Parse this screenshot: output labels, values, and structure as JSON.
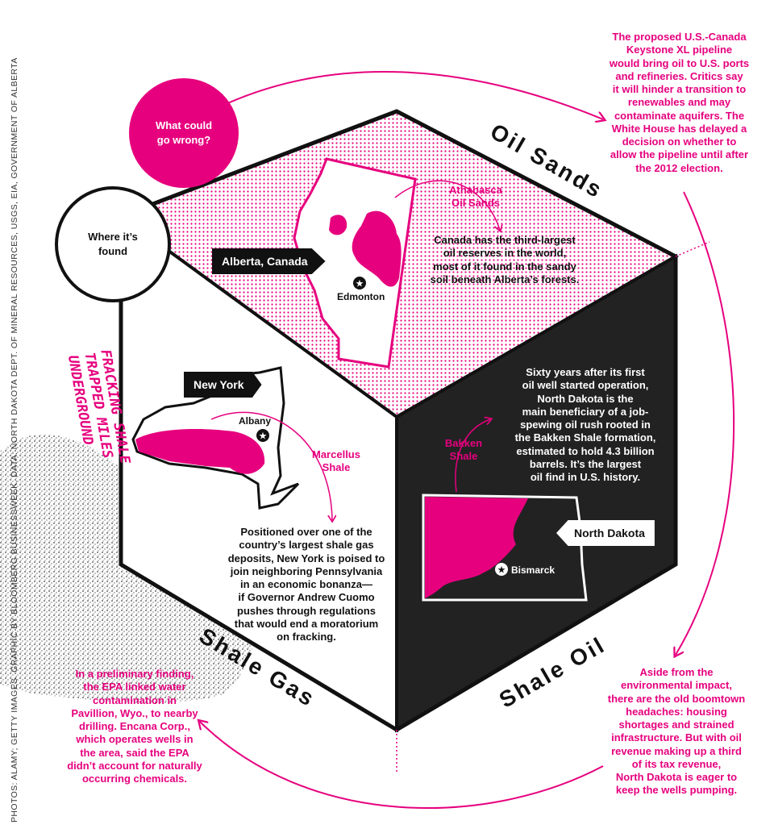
{
  "colors": {
    "accent": "#e6007e",
    "dark": "#111111",
    "background": "#ffffff"
  },
  "circles": {
    "what_could_go_wrong": "What could\ngo wrong?",
    "where_its_found": "Where it’s\nfound"
  },
  "faces": {
    "oil_sands": "Oil Sands",
    "shale_gas": "Shale Gas",
    "shale_oil": "Shale Oil"
  },
  "alberta": {
    "tag": "Alberta, Canada",
    "city": "Edmonton",
    "region_label": "Athabasca\nOil Sands",
    "description": "Canada has the third-largest\noil reserves in the world,\nmost of it found in the sandy\nsoil beneath Alberta’s forests."
  },
  "new_york": {
    "tag": "New York",
    "city": "Albany",
    "region_label": "Marcellus\nShale",
    "description": "Positioned over one of the\ncountry’s largest shale gas\ndeposits, New York is poised to\njoin neighboring Pennsylvania\nin an economic bonanza—\nif Governor Andrew Cuomo\npushes through regulations\nthat would end a moratorium\non fracking."
  },
  "north_dakota": {
    "tag": "North Dakota",
    "city": "Bismarck",
    "region_label": "Bakken\nShale",
    "description": "Sixty years after its first\noil well started operation,\nNorth Dakota is the\nmain beneficiary of a job-\nspewing oil rush rooted in\nthe Bakken Shale formation,\nestimated to hold 4.3 billion\nbarrels. It’s the largest\noil find in U.S. history."
  },
  "risks": {
    "keystone": "The proposed U.S.-Canada\nKeystone XL pipeline\nwould bring oil to U.S. ports\nand refineries. Critics say\nit will hinder a transition to\nrenewables and may\ncontaminate aquifers. The\nWhite House has delayed a\ndecision on whether to\nallow the pipeline until after\nthe 2012 election.",
    "boomtown": "Aside from the\nenvironmental impact,\nthere are the old boomtown\nheadaches: housing\nshortages and strained\ninfrastructure. But with oil\nrevenue making up a third\nof its tax revenue,\nNorth Dakota is eager to\nkeep the wells pumping.",
    "epa": "In a preliminary finding,\nthe EPA linked water\ncontamination in\nPavillion, Wyo., to nearby\ndrilling. Encana Corp.,\nwhich operates wells in\nthe area, said the EPA\ndidn’t account for naturally\noccurring chemicals."
  },
  "rock_caption": "FRACKING SHALE\nTRAPPED MILES\nUNDERGROUND",
  "credits": "PHOTOS: ALAMY; GETTY IMAGES. GRAPHIC BY BLOOMBERG BUSINESSWEEK. DATA: NORTH DAKOTA DEPT. OF MINERAL RESOURCES, USGS, EIA, GOVERNMENT OF ALBERTA"
}
